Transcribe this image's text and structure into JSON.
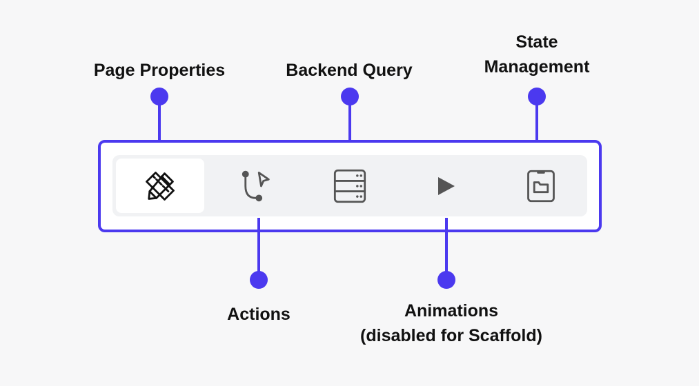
{
  "labels": {
    "page_properties": "Page Properties",
    "backend_query": "Backend Query",
    "state_management_line1": "State",
    "state_management_line2": "Management",
    "actions": "Actions",
    "animations_line1": "Animations",
    "animations_line2": "(disabled for Scaffold)"
  },
  "toolbar": {
    "tabs": [
      {
        "id": "page-properties",
        "icon": "ruler-pencil-icon",
        "active": true
      },
      {
        "id": "actions",
        "icon": "branch-cursor-icon",
        "active": false
      },
      {
        "id": "backend-query",
        "icon": "server-stack-icon",
        "active": false
      },
      {
        "id": "animations",
        "icon": "play-icon",
        "active": false,
        "disabled": true
      },
      {
        "id": "state-management",
        "icon": "phone-folder-icon",
        "active": false
      }
    ]
  },
  "colors": {
    "accent": "#4b39ef",
    "background": "#f7f7f8",
    "toolbar_bg": "#f1f2f4",
    "icon_active": "#111111",
    "icon_inactive": "#555555"
  }
}
